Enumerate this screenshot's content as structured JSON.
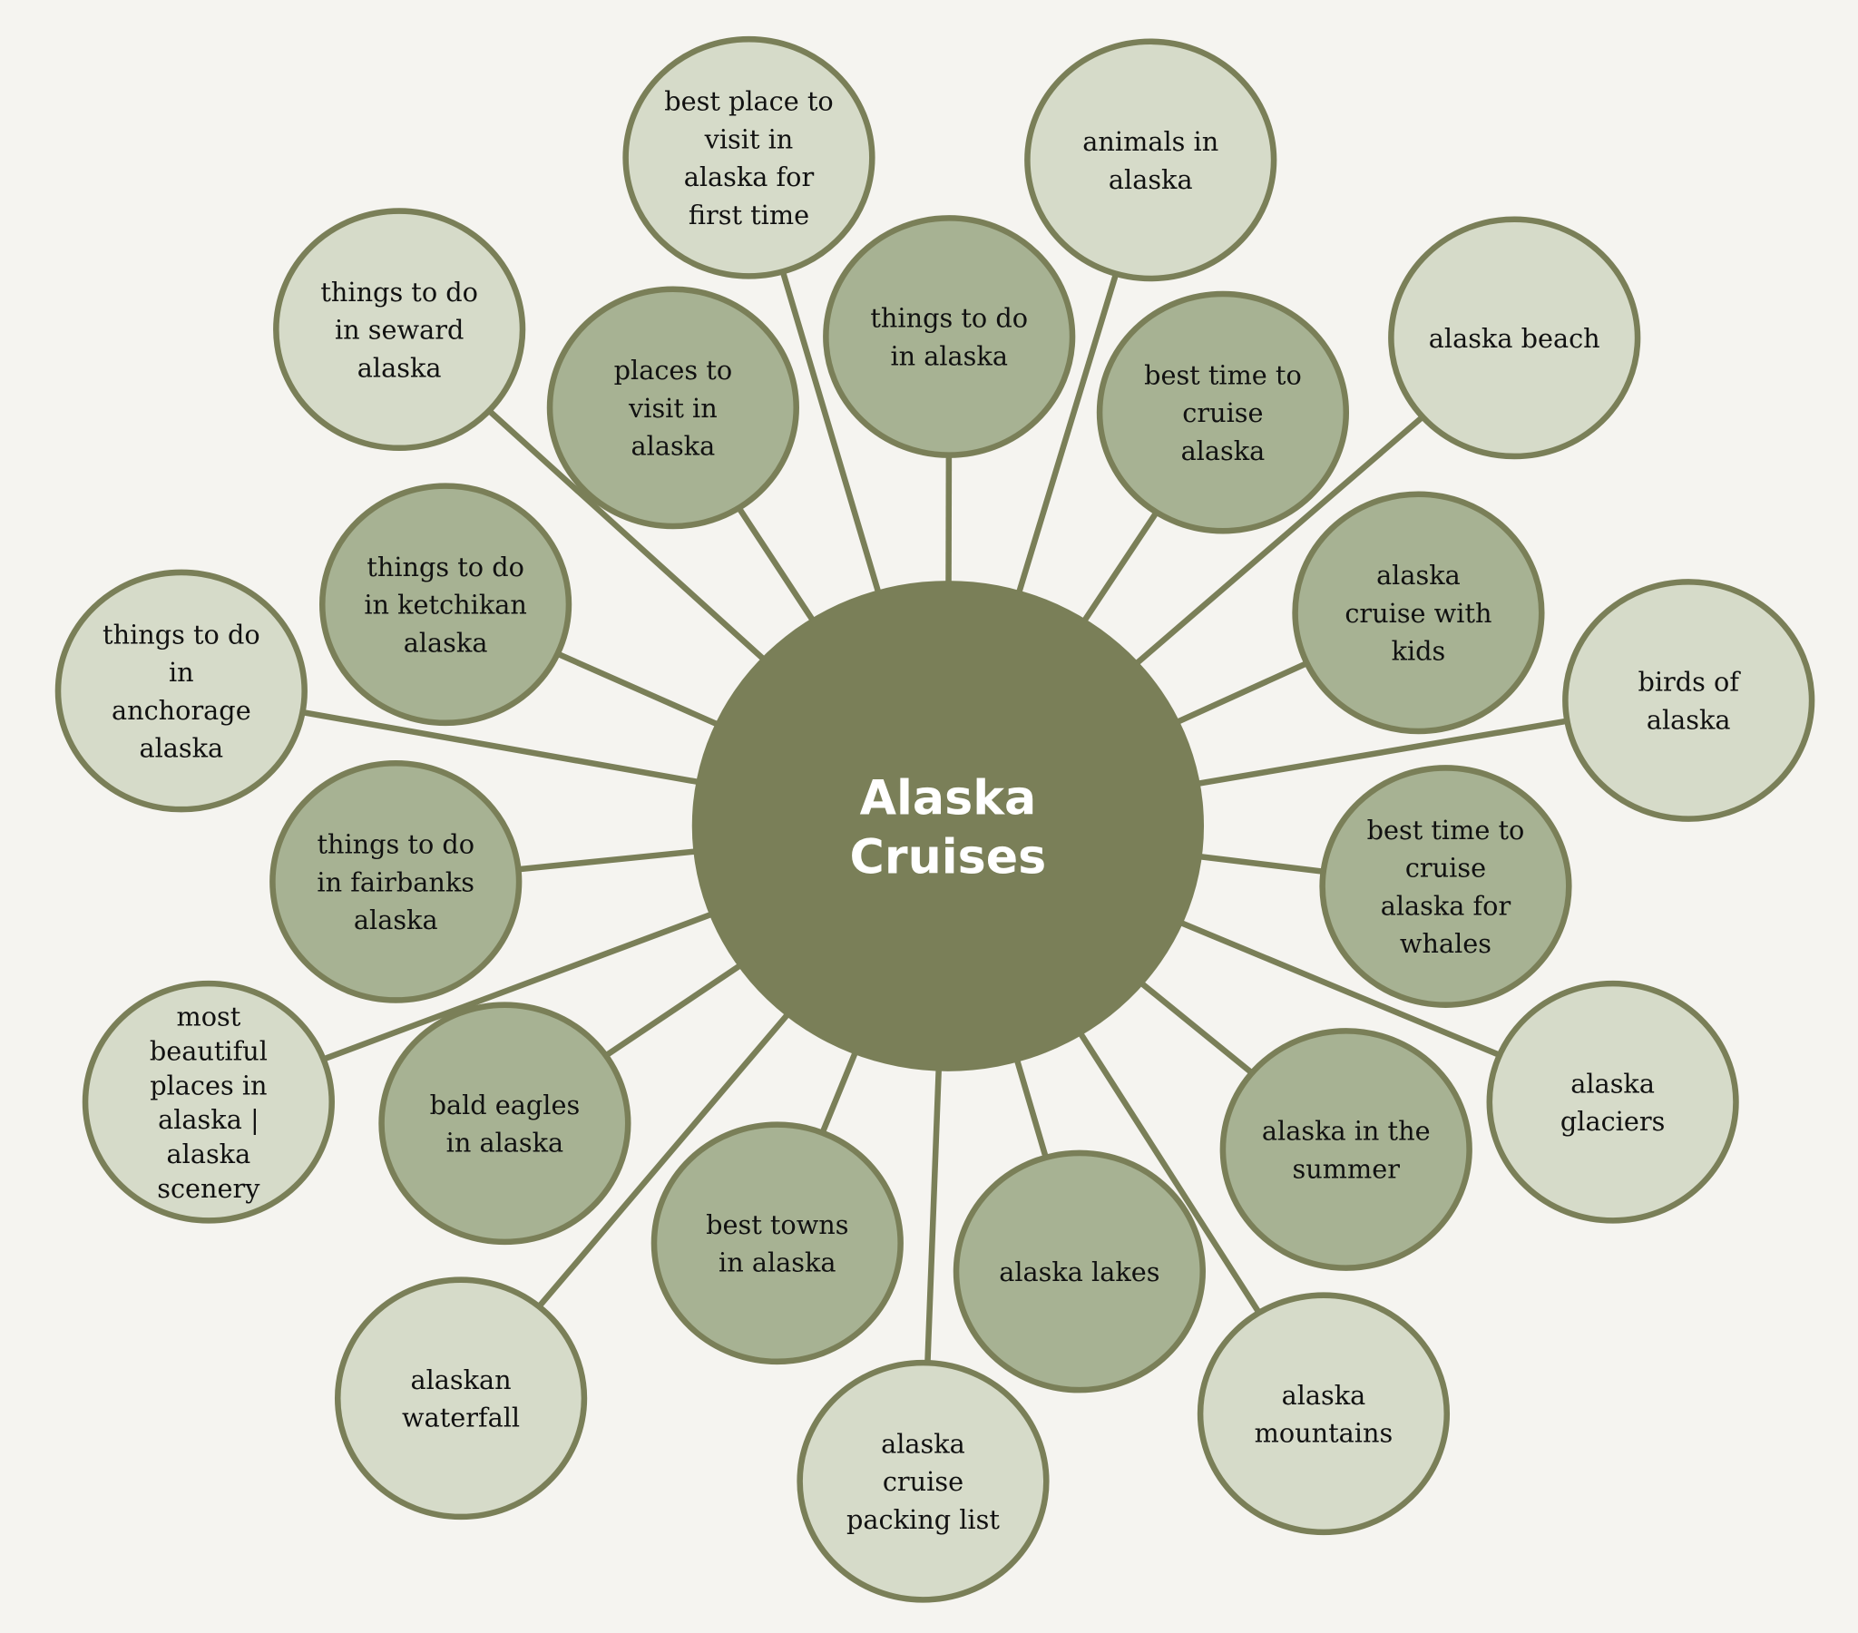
{
  "title": "Alaska Cruises",
  "title_lines": [
    "Alaska",
    "Cruises"
  ],
  "colors": {
    "background": "#f5f4f0",
    "stroke": "#7a7f58",
    "center": "#7a7f58",
    "dark_fill": "#a7b293",
    "light_fill": "#d6dbc9"
  },
  "nodes": [
    {
      "label": "best place to visit in alaska for first time",
      "lines": [
        "best place to",
        "visit in",
        "alaska for",
        "first time"
      ],
      "tone": "light"
    },
    {
      "label": "animals in alaska",
      "lines": [
        "animals in",
        "alaska"
      ],
      "tone": "light"
    },
    {
      "label": "things to do in seward alaska",
      "lines": [
        "things to do",
        "in seward",
        "alaska"
      ],
      "tone": "light"
    },
    {
      "label": "places to visit in alaska",
      "lines": [
        "places to",
        "visit in",
        "alaska"
      ],
      "tone": "dark"
    },
    {
      "label": "things to do in alaska",
      "lines": [
        "things to do",
        "in alaska"
      ],
      "tone": "dark"
    },
    {
      "label": "best time to cruise alaska",
      "lines": [
        "best time to",
        "cruise",
        "alaska"
      ],
      "tone": "dark"
    },
    {
      "label": "alaska beach",
      "lines": [
        "alaska beach"
      ],
      "tone": "light"
    },
    {
      "label": "things to do in ketchikan alaska",
      "lines": [
        "things to do",
        "in ketchikan",
        "alaska"
      ],
      "tone": "dark"
    },
    {
      "label": "alaska cruise with kids",
      "lines": [
        "alaska",
        "cruise with",
        "kids"
      ],
      "tone": "dark"
    },
    {
      "label": "things to do in anchorage alaska",
      "lines": [
        "things to do",
        "in",
        "anchorage",
        "alaska"
      ],
      "tone": "light"
    },
    {
      "label": "birds of alaska",
      "lines": [
        "birds of",
        "alaska"
      ],
      "tone": "light"
    },
    {
      "label": "things to do in fairbanks alaska",
      "lines": [
        "things to do",
        "in fairbanks",
        "alaska"
      ],
      "tone": "dark"
    },
    {
      "label": "best time to cruise alaska for whales",
      "lines": [
        "best time to",
        "cruise",
        "alaska for",
        "whales"
      ],
      "tone": "dark"
    },
    {
      "label": "most beautiful places in alaska | alaska scenery",
      "lines": [
        "most",
        "beautiful",
        "places in",
        "alaska |",
        "alaska",
        "scenery"
      ],
      "tone": "light"
    },
    {
      "label": "bald eagles in alaska",
      "lines": [
        "bald eagles",
        "in alaska"
      ],
      "tone": "dark"
    },
    {
      "label": "alaska glaciers",
      "lines": [
        "alaska",
        "glaciers"
      ],
      "tone": "light"
    },
    {
      "label": "alaska in the summer",
      "lines": [
        "alaska in the",
        "summer"
      ],
      "tone": "dark"
    },
    {
      "label": "best towns in alaska",
      "lines": [
        "best towns",
        "in alaska"
      ],
      "tone": "dark"
    },
    {
      "label": "alaska lakes",
      "lines": [
        "alaska lakes"
      ],
      "tone": "dark"
    },
    {
      "label": "alaskan waterfall",
      "lines": [
        "alaskan",
        "waterfall"
      ],
      "tone": "light"
    },
    {
      "label": "alaska mountains",
      "lines": [
        "alaska",
        "mountains"
      ],
      "tone": "light"
    },
    {
      "label": "alaska cruise packing list",
      "lines": [
        "alaska",
        "cruise",
        "packing list"
      ],
      "tone": "light"
    }
  ]
}
